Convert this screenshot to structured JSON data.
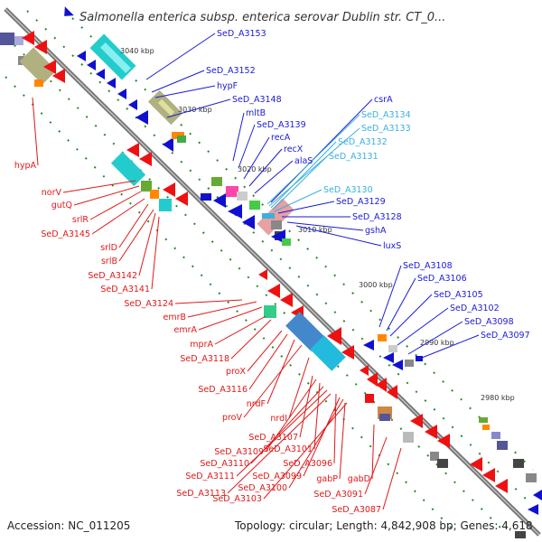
{
  "title": "Salmonella enterica subsp. enterica serovar Dublin str. CT_0...",
  "accession": "Accession: NC_011205",
  "summary": "Topology: circular; Length: 4,842,908 bp; Genes: 4,618",
  "colors": {
    "background": "#ffffff",
    "backbone": "#777777",
    "tick": "#2a8a2a",
    "forward_label": "#1a1ad8",
    "highlight_label": "#3ab0e0",
    "reverse_label": "#e01818"
  },
  "ticks": [
    "3040 kbp",
    "3030 kbp",
    "3020 kbp",
    "3010 kbp",
    "3000 kbp",
    "2990 kbp",
    "2980 kbp"
  ],
  "labels_forward": [
    "SeD_A3153",
    "SeD_A3152",
    "hypF",
    "SeD_A3148",
    "mltB",
    "SeD_A3139",
    "recA",
    "recX",
    "alaS",
    "csrA",
    "SeD_A3129",
    "SeD_A3128",
    "gshA",
    "luxS",
    "SeD_A3108",
    "SeD_A3106",
    "SeD_A3105",
    "SeD_A3102",
    "SeD_A3098",
    "SeD_A3097"
  ],
  "labels_highlight": [
    "SeD_A3134",
    "SeD_A3133",
    "SeD_A3132",
    "SeD_A3131",
    "SeD_A3130"
  ],
  "labels_reverse": [
    "hypA",
    "norV",
    "gutQ",
    "srlR",
    "SeD_A3145",
    "srlD",
    "srlB",
    "SeD_A3142",
    "SeD_A3141",
    "SeD_A3124",
    "emrB",
    "emrA",
    "mprA",
    "SeD_A3118",
    "proX",
    "SeD_A3116",
    "nrdF",
    "proV",
    "nrdI",
    "SeD_A3107",
    "SeD_A3109",
    "SeD_A3101",
    "SeD_A3110",
    "SeD_A3096",
    "SeD_A3111",
    "SeD_A3099",
    "gabP",
    "gabD",
    "SeD_A3113",
    "SeD_A3100",
    "SeD_A3103",
    "SeD_A3091",
    "SeD_A3087"
  ]
}
